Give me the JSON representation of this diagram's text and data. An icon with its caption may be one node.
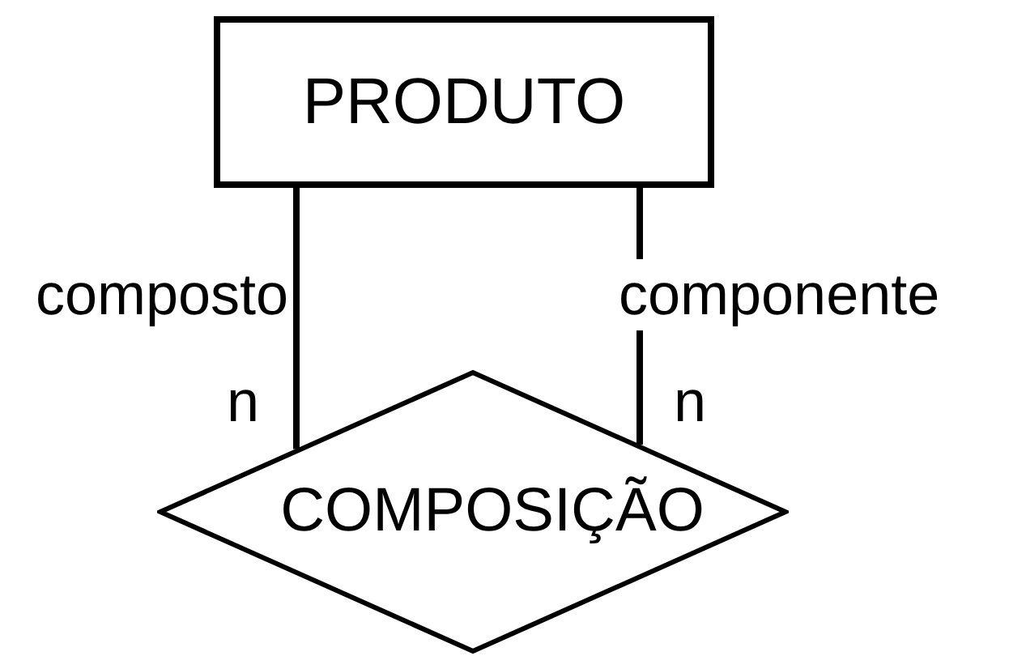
{
  "diagram": {
    "nodes": [
      {
        "text": [
          "PRODUTO"
        ]
      },
      {
        "text": [
          "COMPOSIÇÃO"
        ]
      }
    ],
    "edges": [
      {
        "from": 0,
        "to": 1,
        "arrow": "none",
        "label": "composto"
      },
      {
        "from": 0,
        "to": 1,
        "arrow": "none",
        "label": "componente"
      }
    ],
    "labels": [
      "n",
      "n"
    ]
  }
}
